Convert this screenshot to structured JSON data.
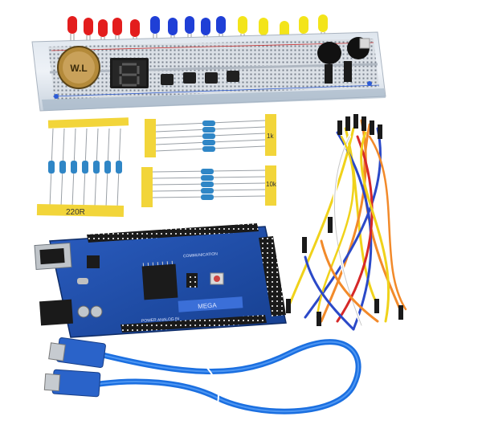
{
  "photo": {
    "potentiometer_marking": "W.L",
    "resistor_tape_marking_left": "220R",
    "resistor_tape_marking_right_top": "1k",
    "resistor_tape_marking_right_bottom": "10k",
    "board_pcb_label": "COMMUNICATION",
    "board_model_label": "MEGA",
    "board_power_label": "POWER",
    "board_analog_label": "ANALOG IN"
  },
  "colors": {
    "led_red": "#e31d1d",
    "led_blue": "#1f3fd6",
    "led_yellow": "#f3e41a",
    "pcb_blue": "#1f4fa8",
    "usb_cable": "#1b6fe0",
    "tape_yellow": "#f2d53a"
  },
  "components": {
    "leds_red": 5,
    "leds_blue": 5,
    "leds_yellow": 5
  }
}
